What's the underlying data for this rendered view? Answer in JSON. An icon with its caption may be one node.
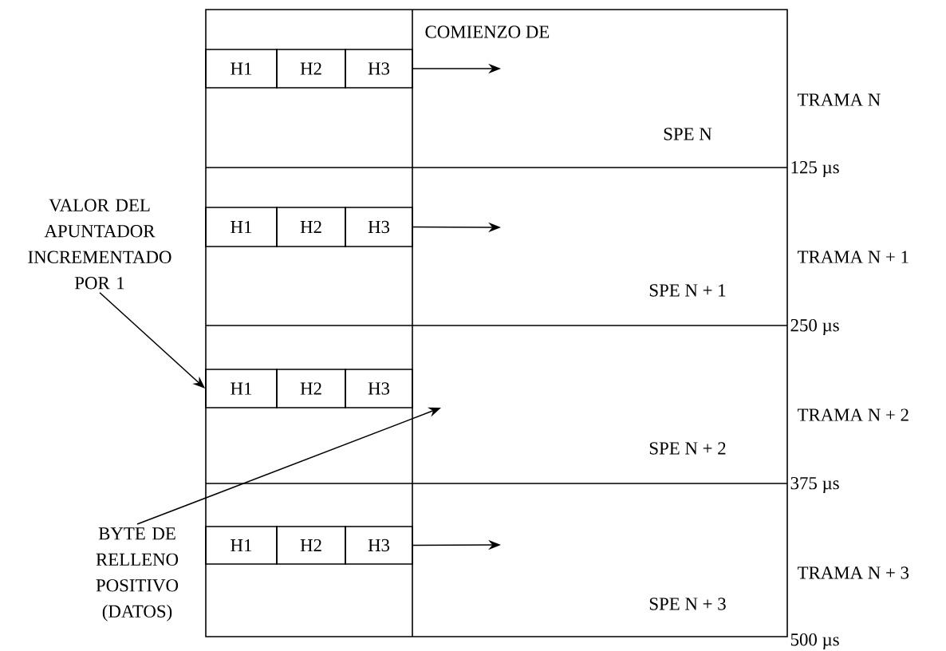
{
  "diagram": {
    "nodes": [
      {
        "text": [
          "H1"
        ]
      },
      {
        "text": [
          "H2"
        ]
      },
      {
        "text": [
          "H3"
        ]
      },
      {
        "text": [
          "SPE N"
        ]
      },
      {
        "text": [
          "H1"
        ]
      },
      {
        "text": [
          "H2"
        ]
      },
      {
        "text": [
          "H3"
        ]
      },
      {
        "text": [
          "SPE N + 1"
        ]
      },
      {
        "text": [
          "VALOR DEL APUNTADOR INCREMENTADO POR 1"
        ]
      },
      {
        "text": [
          "H1"
        ]
      },
      {
        "text": [
          "H2"
        ]
      },
      {
        "text": [
          "H3"
        ]
      },
      {
        "text": [
          "SPE N + 2"
        ]
      },
      {
        "text": [
          "BYTE DE RELLENO POSITIVO (DATOS)"
        ]
      },
      {
        "text": [
          "H1"
        ]
      },
      {
        "text": [
          "H2"
        ]
      },
      {
        "text": [
          "H3"
        ]
      },
      {
        "text": [
          "SPE N + 3"
        ]
      }
    ],
    "edges": [
      {
        "from": 2,
        "to": null,
        "arrow": "to"
      },
      {
        "from": 6,
        "to": null,
        "arrow": "to"
      },
      {
        "from": 8,
        "to": 9,
        "arrow": "to"
      },
      {
        "from": 13,
        "to": null,
        "arrow": "to"
      },
      {
        "from": 16,
        "to": null,
        "arrow": "to"
      }
    ],
    "labels": [
      "COMIENZO DE",
      "TRAMA N",
      "125 µs",
      "TRAMA N + 1",
      "250 µs",
      "TRAMA N + 2",
      "375 µs",
      "TRAMA N + 3",
      "500 µs"
    ]
  }
}
